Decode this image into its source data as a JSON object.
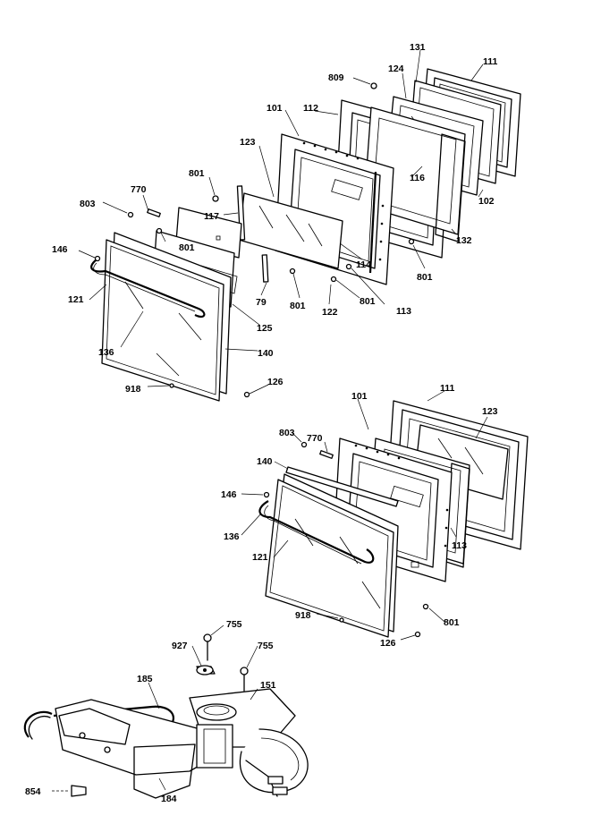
{
  "labels": {
    "upper": {
      "l131": "131",
      "l111": "111",
      "l809": "809",
      "l124": "124",
      "l101": "101",
      "l112": "112",
      "l123": "123",
      "l801a": "801",
      "l770": "770",
      "l803": "803",
      "l117": "117",
      "l116": "116",
      "l102": "102",
      "l146": "146",
      "l801b": "801",
      "l132": "132",
      "l801c": "801",
      "l121": "121",
      "l79": "79",
      "l801d": "801",
      "l122": "122",
      "l801e": "801",
      "l113": "113",
      "l114": "114",
      "l125": "125",
      "l136": "136",
      "l140": "140",
      "l918": "918",
      "l126": "126"
    },
    "lower": {
      "l101": "101",
      "l111": "111",
      "l123": "123",
      "l803": "803",
      "l770": "770",
      "l140": "140",
      "l146": "146",
      "l136": "136",
      "l121": "121",
      "l113": "113",
      "l918": "918",
      "l801": "801",
      "l126": "126"
    },
    "mech": {
      "l755a": "755",
      "l927": "927",
      "l755b": "755",
      "l185": "185",
      "l151": "151",
      "l854": "854",
      "l184": "184"
    }
  }
}
